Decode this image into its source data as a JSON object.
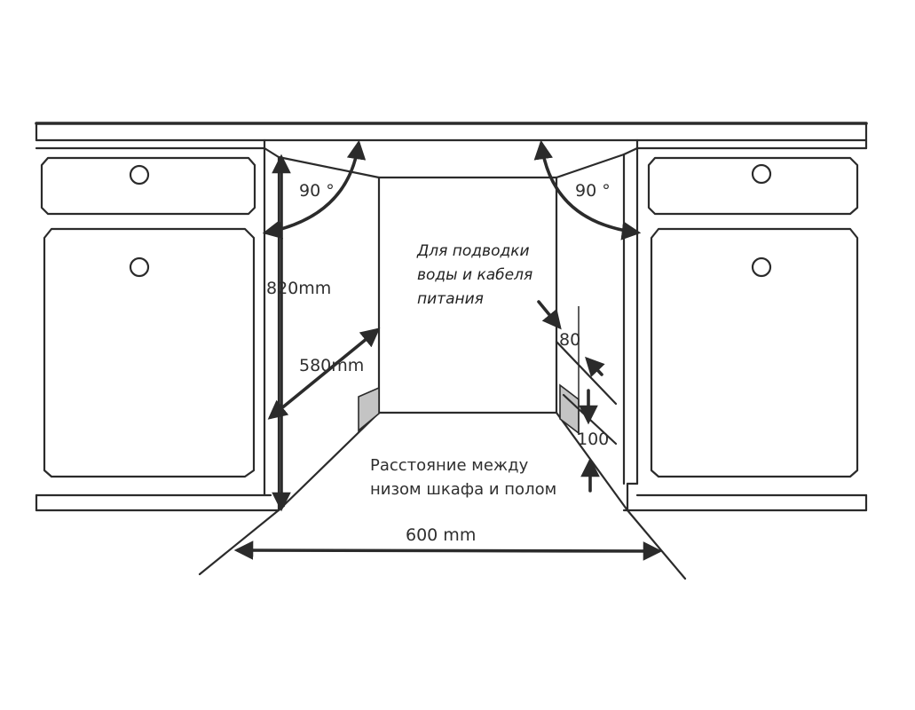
{
  "labels": {
    "angle_left": "90 °",
    "angle_right": "90 °",
    "height": "820mm",
    "depth": "580mm",
    "width": "600 mm",
    "gap_top": "80",
    "gap_bottom": "100",
    "note_supply_line1": "Для подводки",
    "note_supply_line2": "воды и кабеля",
    "note_supply_line3": "питания",
    "note_gap_line1": "Расстояние между",
    "note_gap_line2": "низом шкафа и полом"
  },
  "colors": {
    "line": "#2b2b2b",
    "block_fill": "#c4c4c4",
    "background": "#ffffff"
  }
}
